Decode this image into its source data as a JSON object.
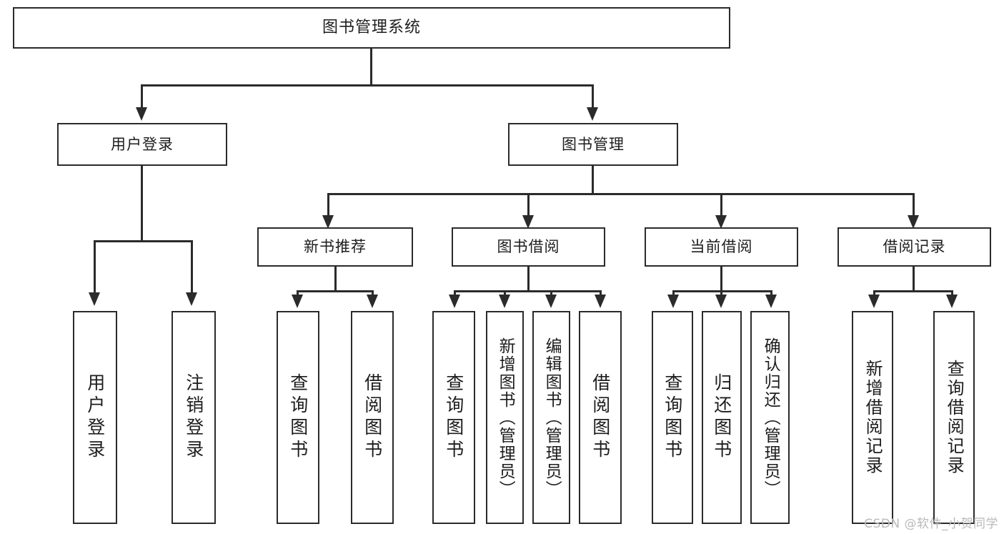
{
  "diagram": {
    "type": "tree",
    "title": "图书管理系统",
    "watermark": "CSDN @软件_小贺同学",
    "colors": {
      "box_border": "#2b2b2b",
      "box_fill": "#ffffff",
      "text": "#1d1d1d",
      "connector": "#2b2b2b",
      "watermark": "#b9b9b9",
      "background": "#ffffff"
    },
    "root": {
      "label": "图书管理系统"
    },
    "level2": [
      {
        "label": "用户登录"
      },
      {
        "label": "图书管理"
      }
    ],
    "level3": [
      {
        "label": "新书推荐"
      },
      {
        "label": "图书借阅"
      },
      {
        "label": "当前借阅"
      },
      {
        "label": "借阅记录"
      }
    ],
    "leaves": {
      "user_login": [
        {
          "label": "用户登录"
        },
        {
          "label": "注销登录"
        }
      ],
      "new_book_recommend": [
        {
          "label": "查询图书"
        },
        {
          "label": "借阅图书"
        }
      ],
      "book_borrow": [
        {
          "label": "查询图书"
        },
        {
          "label": "新增图书（管理员）"
        },
        {
          "label": "编辑图书（管理员）"
        },
        {
          "label": "借阅图书"
        }
      ],
      "current_borrow": [
        {
          "label": "查询图书"
        },
        {
          "label": "归还图书"
        },
        {
          "label": "确认归还（管理员）"
        }
      ],
      "borrow_record": [
        {
          "label": "新增借阅记录"
        },
        {
          "label": "查询借阅记录"
        }
      ]
    }
  }
}
